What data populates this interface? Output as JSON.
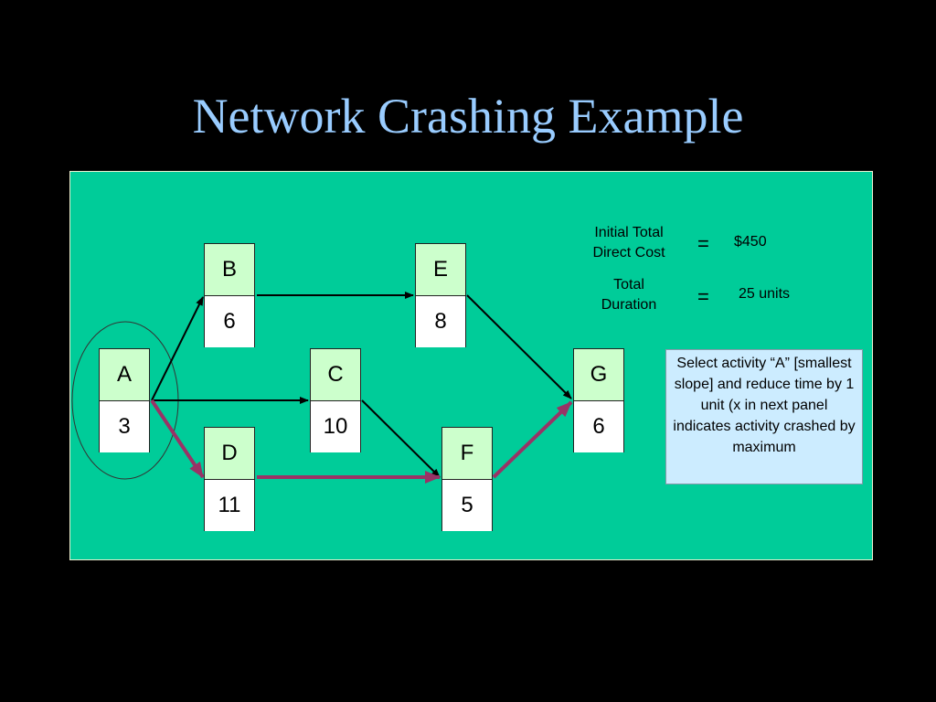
{
  "title": "Network Crashing Example",
  "info": {
    "cost_label_line1": "Initial Total",
    "cost_label_line2": "Direct Cost",
    "cost_equals": "=",
    "cost_value": "$450",
    "duration_label_line1": "Total",
    "duration_label_line2": "Duration",
    "duration_equals": "=",
    "duration_value": "25 units"
  },
  "nodes": {
    "A": {
      "label": "A",
      "duration": "3"
    },
    "B": {
      "label": "B",
      "duration": "6"
    },
    "C": {
      "label": "C",
      "duration": "10"
    },
    "D": {
      "label": "D",
      "duration": "11"
    },
    "E": {
      "label": "E",
      "duration": "8"
    },
    "F": {
      "label": "F",
      "duration": "5"
    },
    "G": {
      "label": "G",
      "duration": "6"
    }
  },
  "note": "Select activity “A” [smallest slope] and reduce time by 1 unit (x in next panel indicates activity crashed by maximum",
  "colors": {
    "background": "#000000",
    "title": "#99ccff",
    "panel": "#00cc99",
    "node_label": "#ccffcc",
    "critical_path": "#993366",
    "note_box": "#ccecff"
  }
}
